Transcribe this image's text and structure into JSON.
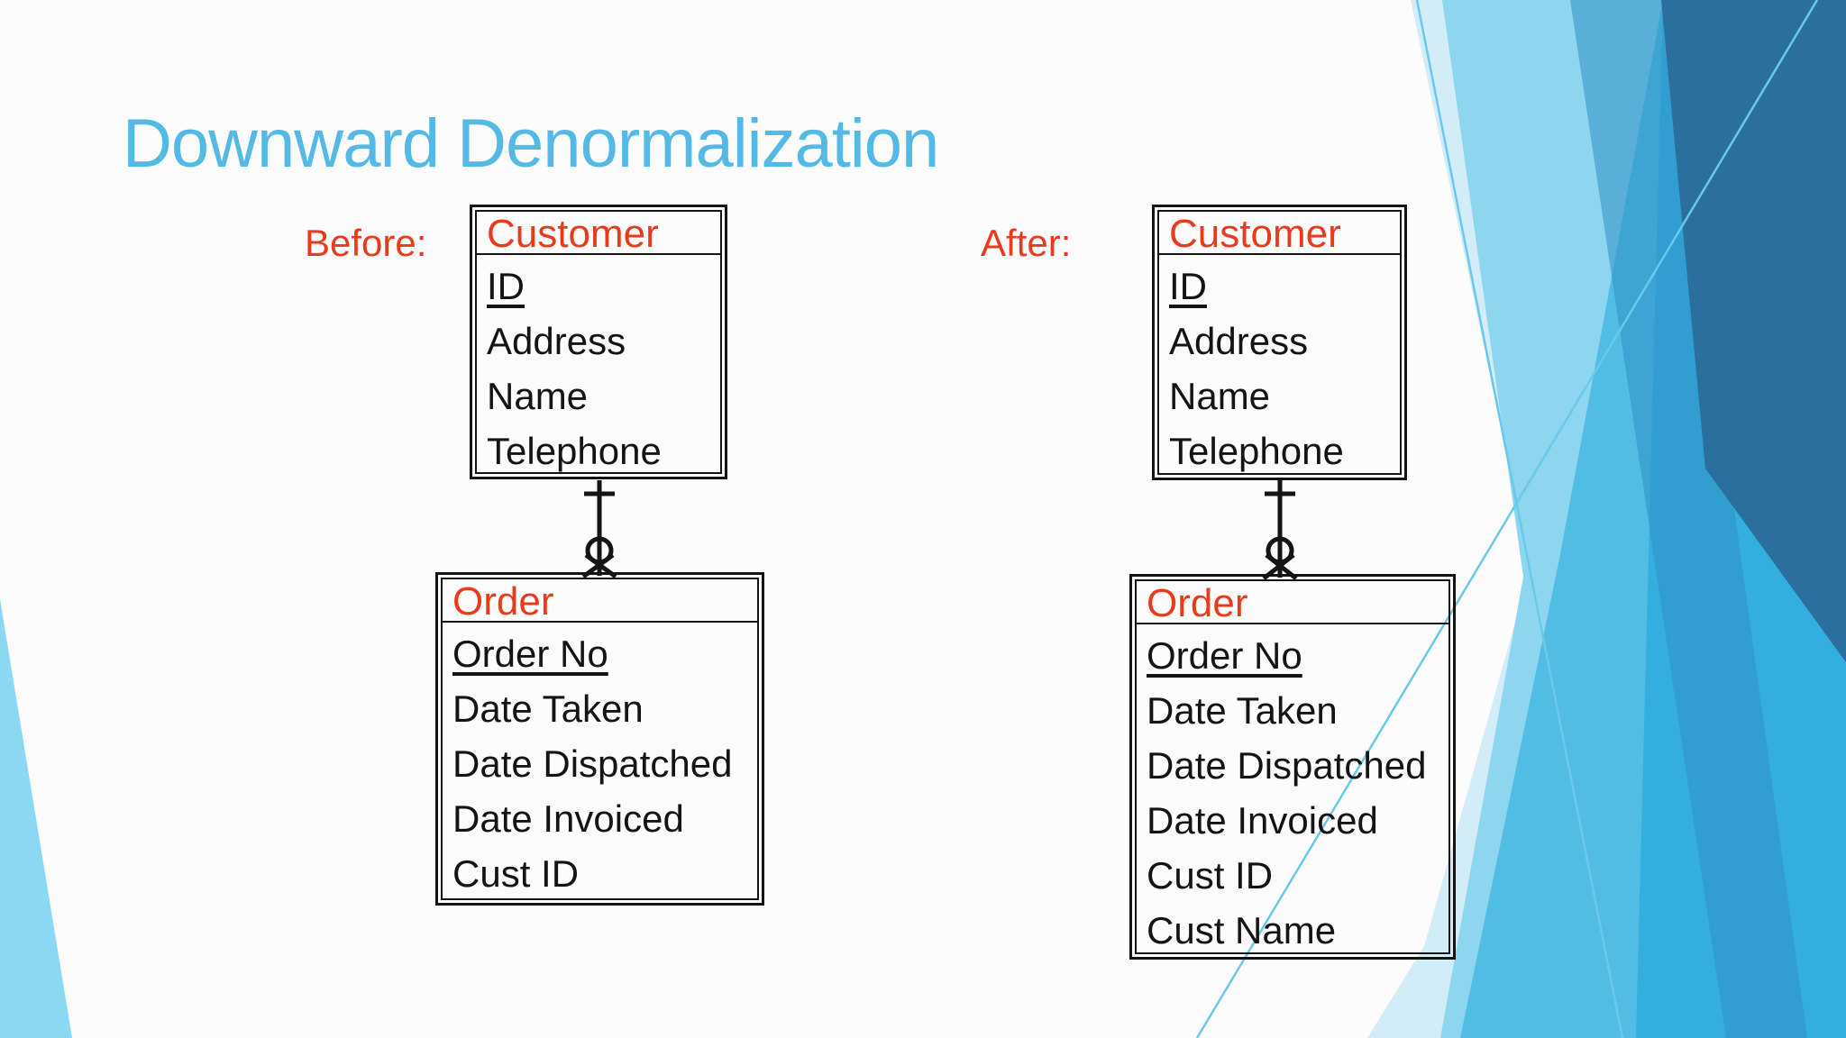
{
  "slide": {
    "title": "Downward Denormalization"
  },
  "colors": {
    "title_blue": "#55b9e6",
    "accent_red": "#ea3a1c",
    "text_black": "#141414",
    "decor_pale_blue": "#d2edf8",
    "decor_light_blue": "#8cd7f1",
    "decor_medium_blue": "#4ebce4",
    "decor_deep_blue": "#2fabdd",
    "decor_dark_blue": "#2b6f9e",
    "decor_line_blue": "#6ac9ea"
  },
  "before": {
    "label": "Before:",
    "customer": {
      "name": "Customer",
      "primary_key": "ID",
      "fields": [
        "ID",
        "Address",
        "Name",
        "Telephone"
      ]
    },
    "order": {
      "name": "Order",
      "primary_key": "Order No",
      "fields": [
        "Order No",
        "Date Taken",
        "Date Dispatched",
        "Date Invoiced",
        "Cust ID"
      ]
    },
    "relationship": {
      "type": "one-to-many",
      "customer_end": "one",
      "order_end": "zero or many"
    }
  },
  "after": {
    "label": "After:",
    "customer": {
      "name": "Customer",
      "primary_key": "ID",
      "fields": [
        "ID",
        "Address",
        "Name",
        "Telephone"
      ]
    },
    "order": {
      "name": "Order",
      "primary_key": "Order No",
      "fields": [
        "Order No",
        "Date Taken",
        "Date Dispatched",
        "Date Invoiced",
        "Cust ID",
        "Cust Name"
      ]
    },
    "relationship": {
      "type": "one-to-many",
      "customer_end": "one",
      "order_end": "zero or many"
    }
  }
}
